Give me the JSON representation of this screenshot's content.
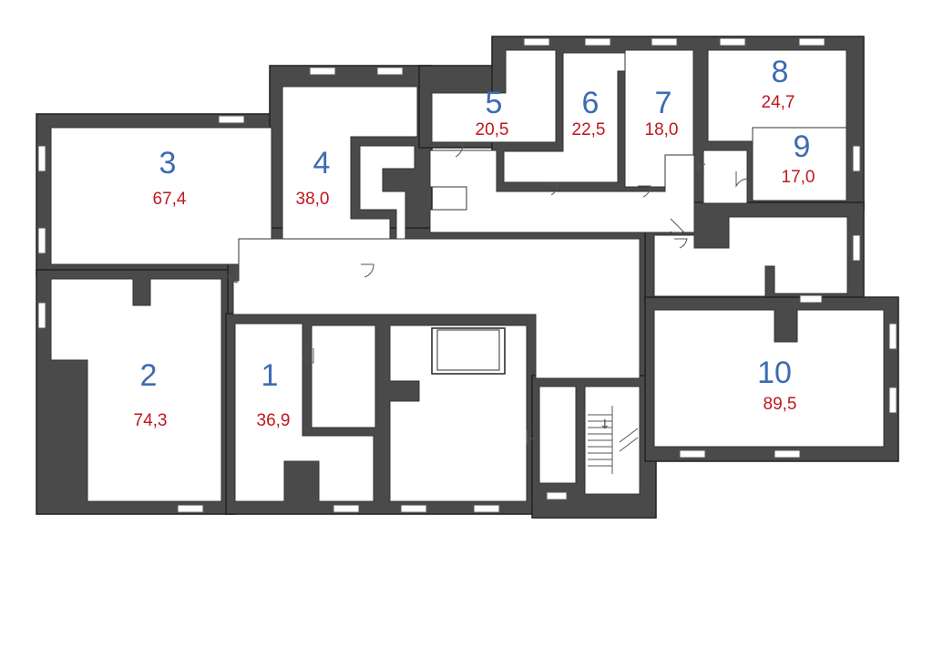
{
  "rooms": [
    {
      "id": "1",
      "number": "1",
      "area": "36,9"
    },
    {
      "id": "2",
      "number": "2",
      "area": "74,3"
    },
    {
      "id": "3",
      "number": "3",
      "area": "67,4"
    },
    {
      "id": "4",
      "number": "4",
      "area": "38,0"
    },
    {
      "id": "5",
      "number": "5",
      "area": "20,5"
    },
    {
      "id": "6",
      "number": "6",
      "area": "22,5"
    },
    {
      "id": "7",
      "number": "7",
      "area": "18,0"
    },
    {
      "id": "8",
      "number": "8",
      "area": "24,7"
    },
    {
      "id": "9",
      "number": "9",
      "area": "17,0"
    },
    {
      "id": "10",
      "number": "10",
      "area": "89,5"
    }
  ],
  "colors": {
    "room_number": "#3d6bb3",
    "room_area": "#c0171e",
    "wall": "#4a4a4a"
  }
}
